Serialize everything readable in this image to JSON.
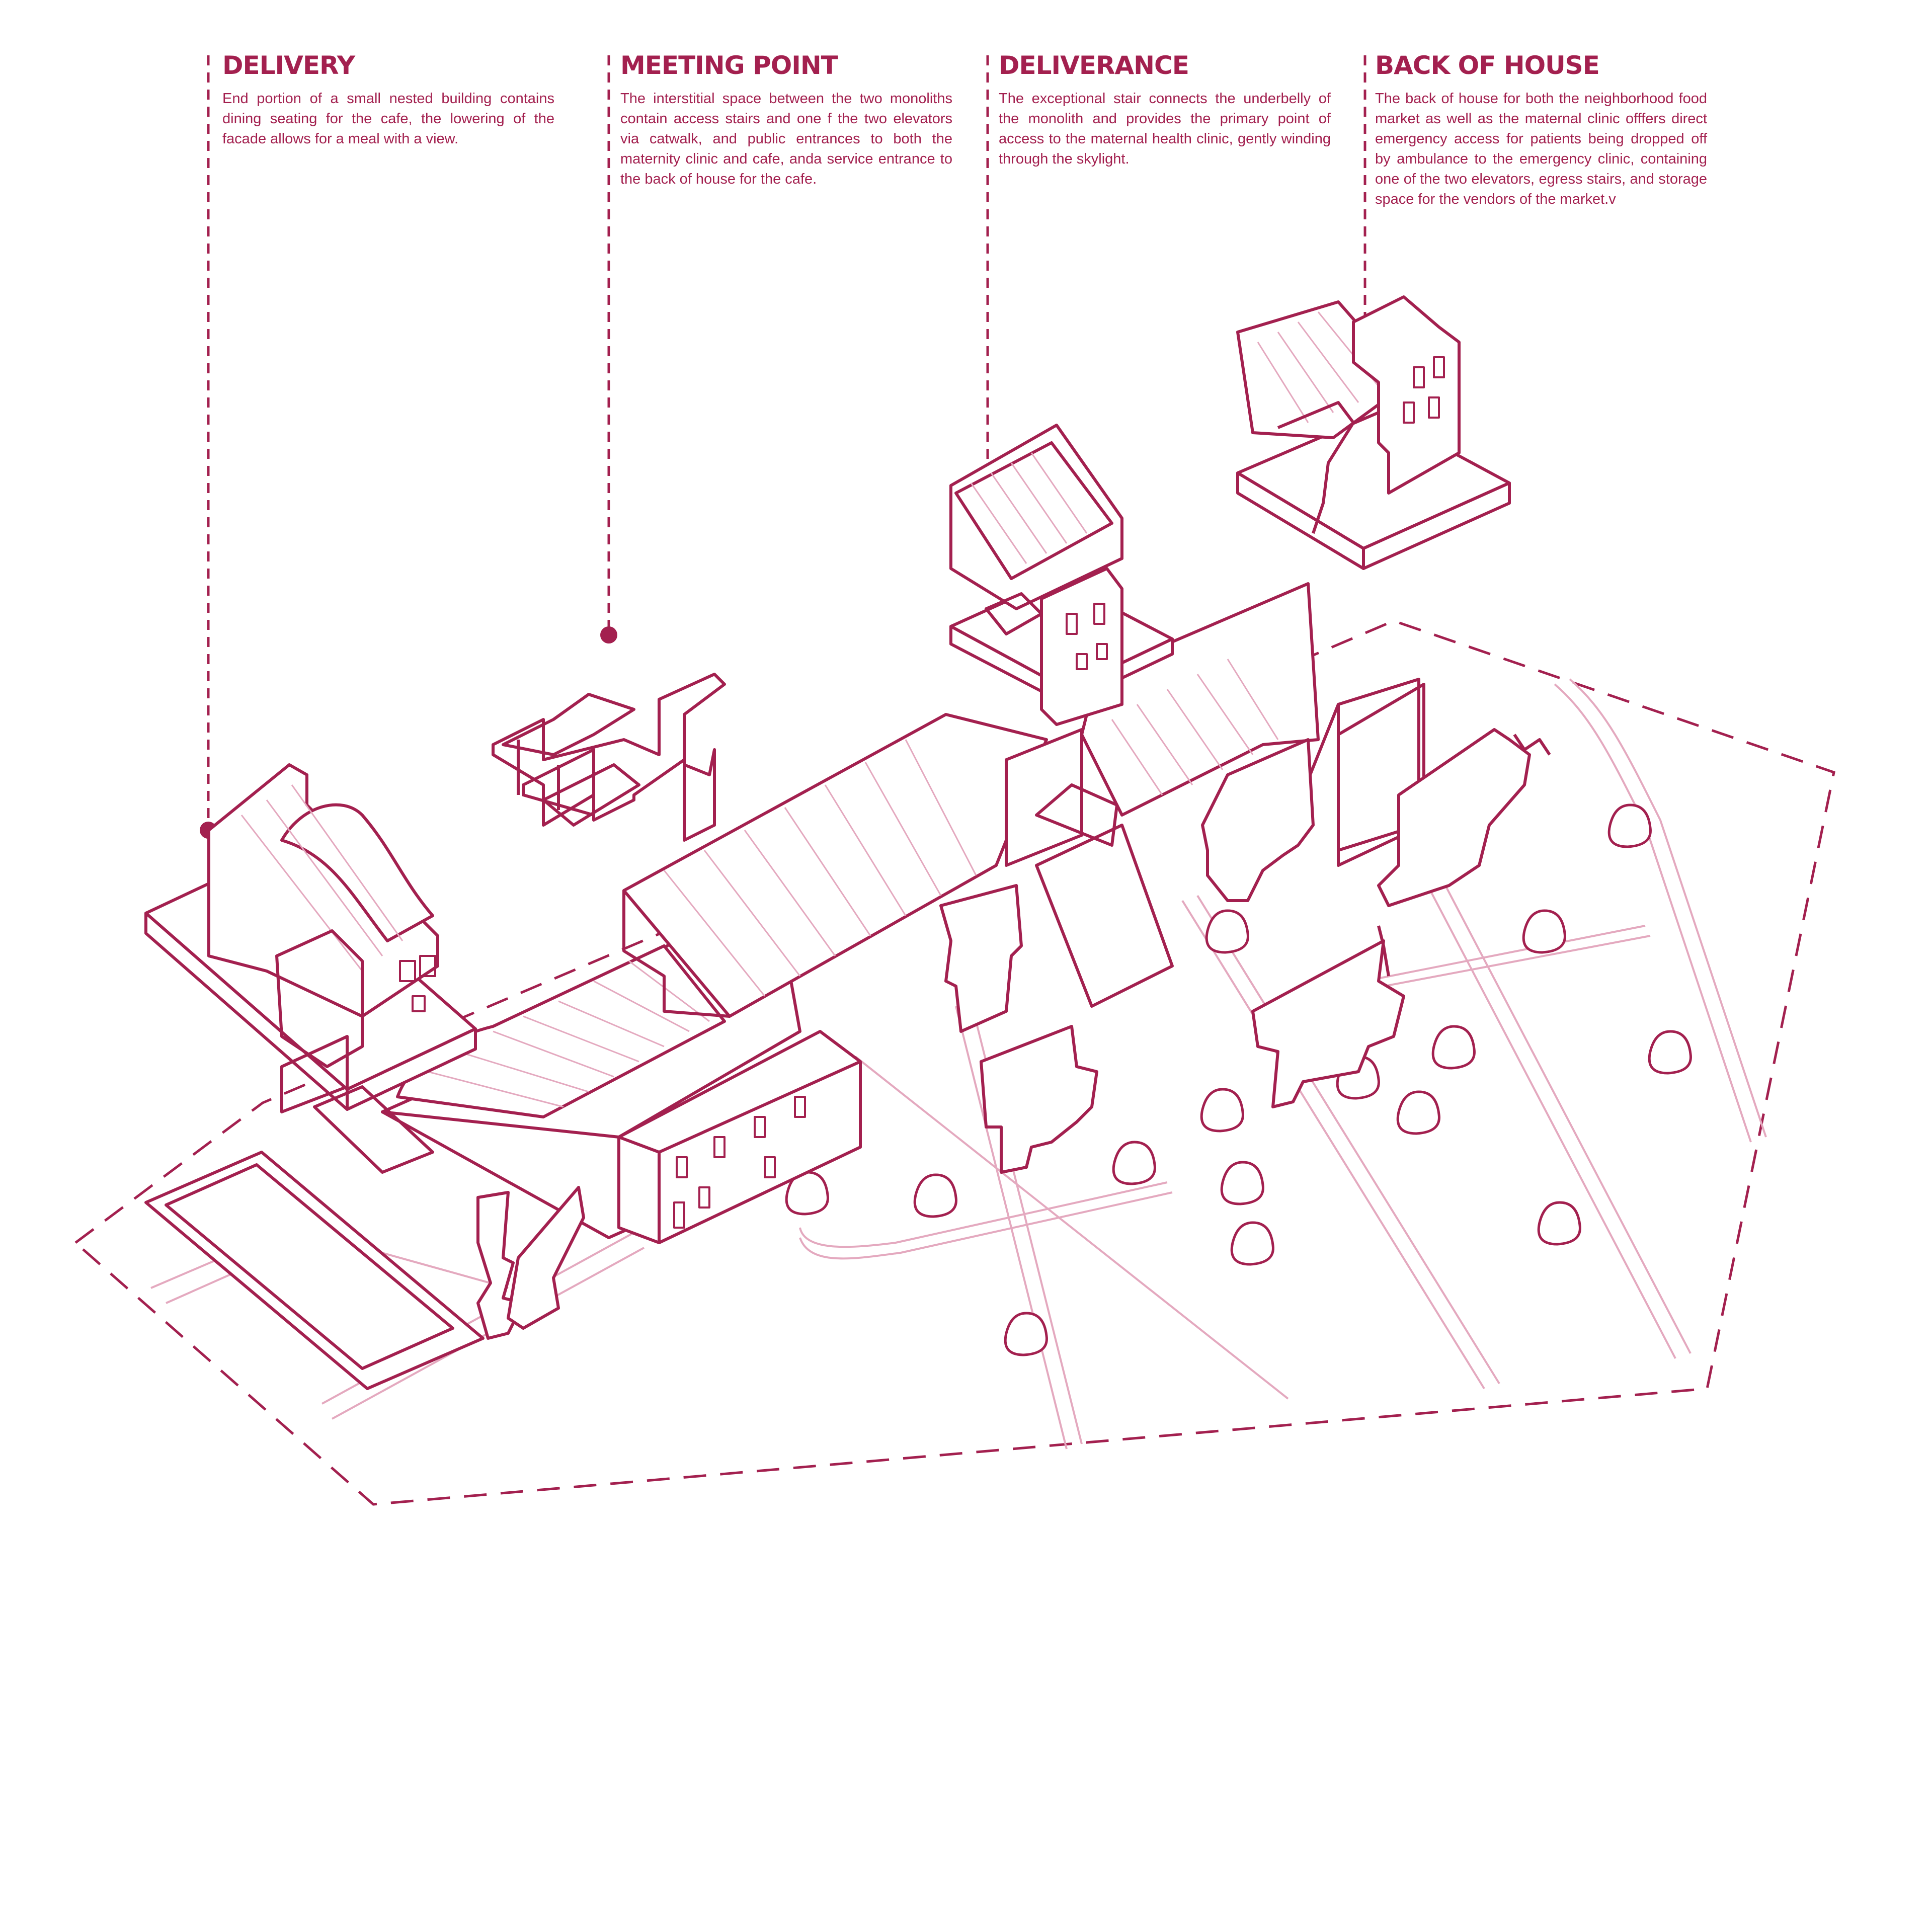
{
  "accent_color": "#a3204f",
  "light_color": "#e4a9bf",
  "callouts": [
    {
      "title": "DELIVERY",
      "body": "End portion of a small nested building contains dining seating for the cafe, the lowering of the facade allows for a meal with a view."
    },
    {
      "title": "MEETING POINT",
      "body": "The interstitial space between the two monoliths contain access stairs and one f the two elevators via catwalk, and public entrances to both the maternity clinic and cafe, anda  service entrance to the back of house for the cafe."
    },
    {
      "title": "DELIVERANCE",
      "body": "The exceptional stair connects the underbelly of the monolith and provides the primary point of access to the maternal health clinic, gently winding through the skylight."
    },
    {
      "title": "BACK OF HOUSE",
      "body": "The back of house for both the neighborhood food market as well as the maternal clinic offfers direct emergency access for patients being dropped off by ambulance to the emergency clinic, containing one of the two elevators, egress stairs, and storage space for the vendors of the market.v"
    }
  ]
}
